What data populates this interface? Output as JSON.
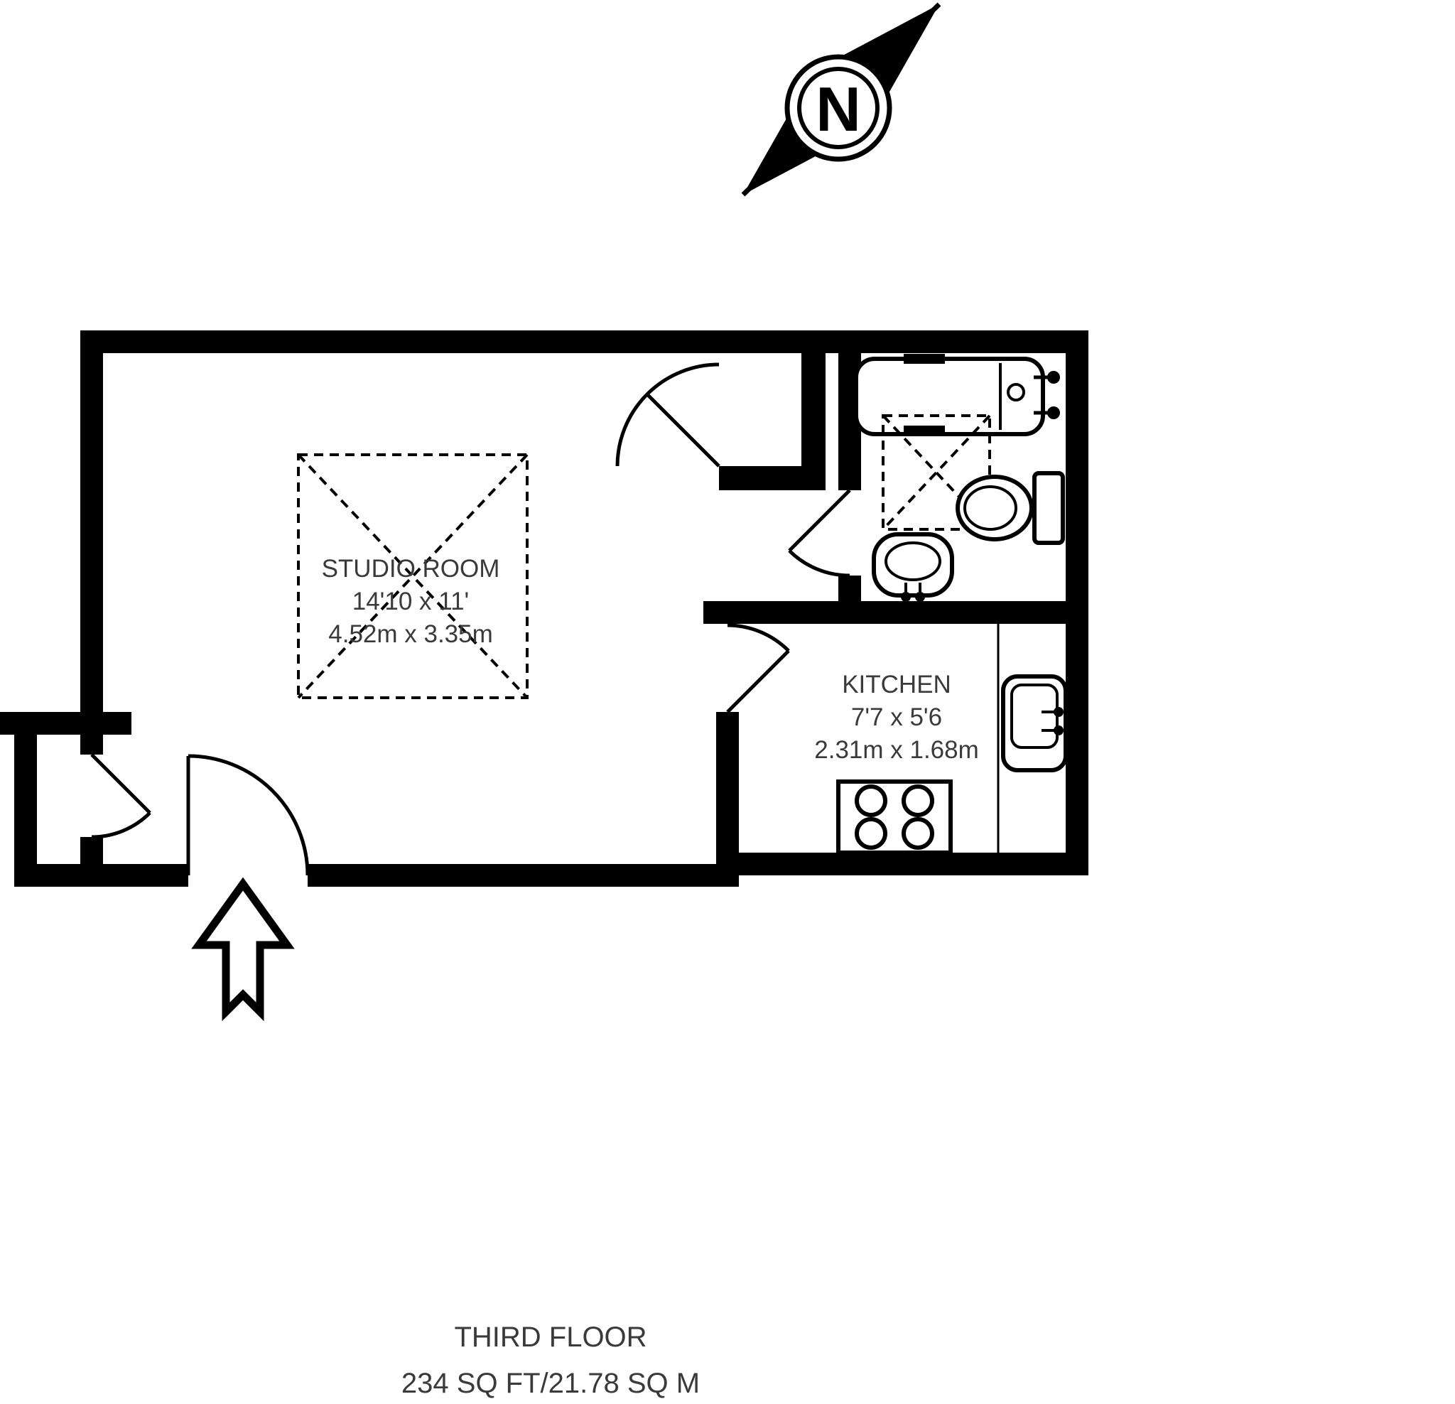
{
  "compass": {
    "label": "N"
  },
  "rooms": {
    "studio": {
      "name": "STUDIO ROOM",
      "size_imperial": "14'10 x 11'",
      "size_metric": "4.52m x 3.35m"
    },
    "kitchen": {
      "name": "KITCHEN",
      "size_imperial": "7'7 x 5'6",
      "size_metric": "2.31m x 1.68m"
    }
  },
  "footer": {
    "floor": "THIRD FLOOR",
    "area": "234 SQ FT/21.78 SQ M"
  },
  "fixtures": {
    "bathtub": "bathtub-icon",
    "shower": "shower-icon",
    "toilet": "toilet-icon",
    "basin": "basin-icon",
    "kitchen_sink": "kitchen-sink-icon",
    "hob": "hob-icon",
    "entrance_arrow": "entrance-arrow-icon",
    "north_arrow": "north-arrow-icon"
  },
  "colors": {
    "ink": "#000000",
    "background": "#ffffff",
    "text": "#3a3a3a"
  }
}
